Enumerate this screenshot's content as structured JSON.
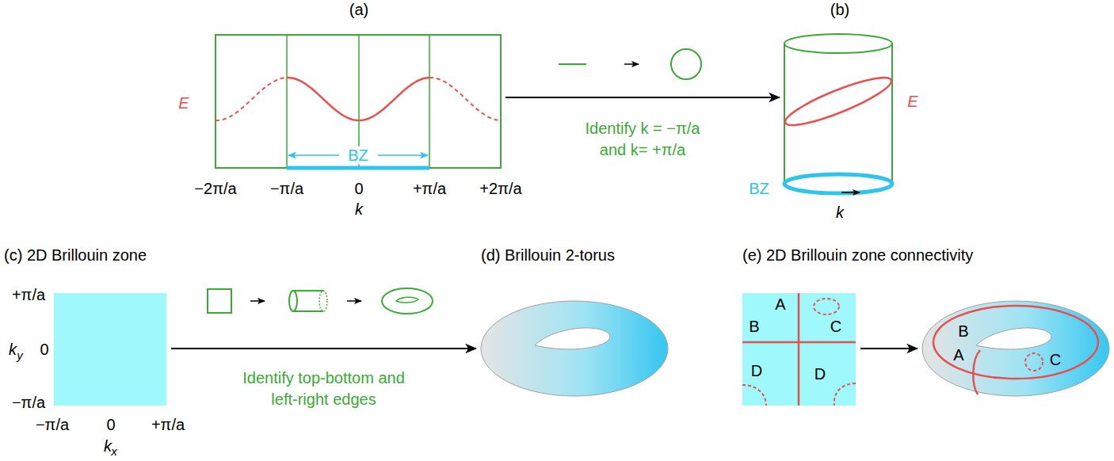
{
  "diagram": {
    "nodes": [
      {
        "text": [
          "(a)"
        ]
      },
      {
        "text": [
          "(b)"
        ]
      },
      {
        "text": [
          "(c) 2D Brillouin zone"
        ]
      },
      {
        "text": [
          "(d) Brillouin 2-torus"
        ]
      },
      {
        "text": [
          "(e) 2D Brillouin zone connectivity",
          "A",
          "B",
          "C",
          "D",
          "D"
        ]
      },
      {
        "text": [
          "B",
          "A",
          "C"
        ]
      }
    ],
    "edges": [
      {
        "from": 0,
        "to": 1,
        "arrow": "to",
        "label": "Identify k = −π/a and k= +π/a"
      },
      {
        "from": 2,
        "to": 3,
        "arrow": "to",
        "label": "Identify top-bottom and left-right edges"
      },
      {
        "from": 4,
        "to": 5,
        "arrow": "to"
      }
    ],
    "labels": [
      "E",
      "BZ",
      "−2π/a",
      "−π/a",
      "0",
      "+π/a",
      "+2π/a",
      "k",
      "E",
      "BZ",
      "k",
      "+π/a",
      "k",
      "y",
      "0",
      "−π/a",
      "−π/a",
      "0",
      "+π/a",
      "k",
      "x"
    ]
  }
}
